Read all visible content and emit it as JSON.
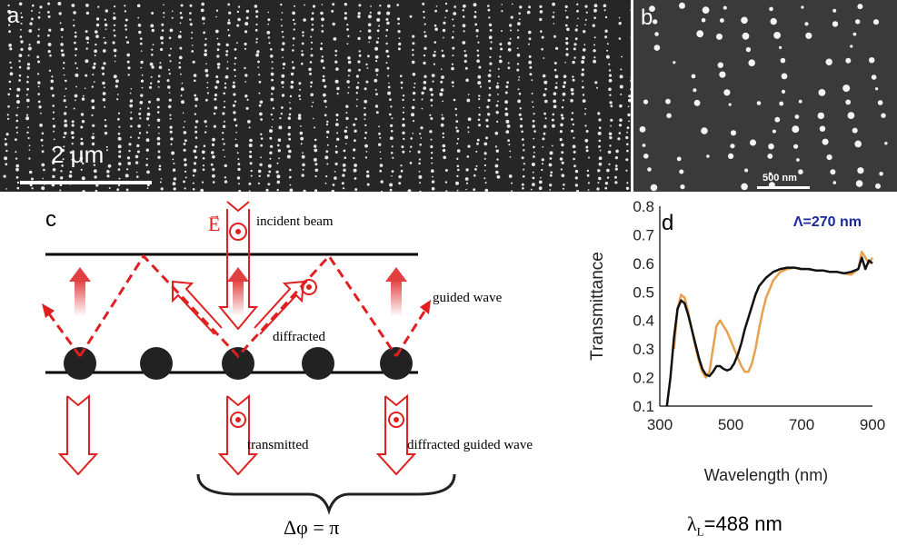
{
  "panels": {
    "a": {
      "label": "a",
      "scale_bar": "2 μm"
    },
    "b": {
      "label": "b",
      "scale_bar": "500 nm"
    },
    "c": {
      "label": "c",
      "field_vector": "E",
      "incident_beam": "incident beam",
      "guided_wave": "guided wave",
      "diffracted": "diffracted",
      "transmitted": "transmitted",
      "diffracted_guided_wave": "diffracted guided wave",
      "phase": "Δφ = π"
    },
    "d": {
      "label": "d",
      "caption": "λL =488 nm",
      "caption_symbol": "λ",
      "caption_sub": "L",
      "caption_value": "=488 nm"
    }
  },
  "chart_data": {
    "type": "line",
    "annotation": "Λ=270 nm",
    "xlabel": "Wavelength (nm)",
    "ylabel": "Transmittance",
    "xlim": [
      300,
      900
    ],
    "ylim": [
      0.1,
      0.8
    ],
    "xticks": [
      300,
      500,
      700,
      900
    ],
    "yticks": [
      0.1,
      0.2,
      0.3,
      0.4,
      0.5,
      0.6,
      0.7,
      0.8
    ],
    "series": [
      {
        "color": "#e8a04f",
        "x": [
          340,
          350,
          360,
          370,
          380,
          390,
          400,
          410,
          420,
          430,
          440,
          450,
          460,
          470,
          480,
          490,
          500,
          510,
          520,
          530,
          540,
          550,
          560,
          570,
          580,
          590,
          600,
          620,
          640,
          660,
          680,
          700,
          720,
          740,
          760,
          780,
          800,
          820,
          840,
          860,
          870,
          880,
          890,
          900
        ],
        "y": [
          0.3,
          0.44,
          0.49,
          0.48,
          0.43,
          0.37,
          0.31,
          0.26,
          0.22,
          0.2,
          0.22,
          0.3,
          0.38,
          0.4,
          0.38,
          0.36,
          0.33,
          0.3,
          0.27,
          0.24,
          0.22,
          0.22,
          0.25,
          0.3,
          0.37,
          0.43,
          0.48,
          0.54,
          0.57,
          0.58,
          0.585,
          0.58,
          0.58,
          0.575,
          0.575,
          0.57,
          0.57,
          0.565,
          0.56,
          0.58,
          0.64,
          0.62,
          0.6,
          0.62
        ]
      },
      {
        "color": "#111111",
        "x": [
          320,
          330,
          340,
          350,
          360,
          370,
          380,
          390,
          400,
          410,
          420,
          430,
          440,
          450,
          460,
          470,
          480,
          490,
          500,
          510,
          520,
          530,
          540,
          550,
          560,
          570,
          580,
          600,
          620,
          640,
          660,
          680,
          700,
          720,
          740,
          760,
          780,
          800,
          820,
          840,
          860,
          870,
          880,
          890,
          900
        ],
        "y": [
          0.1,
          0.2,
          0.34,
          0.44,
          0.47,
          0.46,
          0.42,
          0.37,
          0.32,
          0.27,
          0.23,
          0.21,
          0.205,
          0.22,
          0.24,
          0.24,
          0.23,
          0.225,
          0.23,
          0.25,
          0.28,
          0.32,
          0.37,
          0.41,
          0.45,
          0.49,
          0.52,
          0.55,
          0.57,
          0.58,
          0.585,
          0.585,
          0.58,
          0.58,
          0.575,
          0.575,
          0.57,
          0.57,
          0.565,
          0.57,
          0.58,
          0.62,
          0.58,
          0.61,
          0.6
        ]
      }
    ]
  }
}
